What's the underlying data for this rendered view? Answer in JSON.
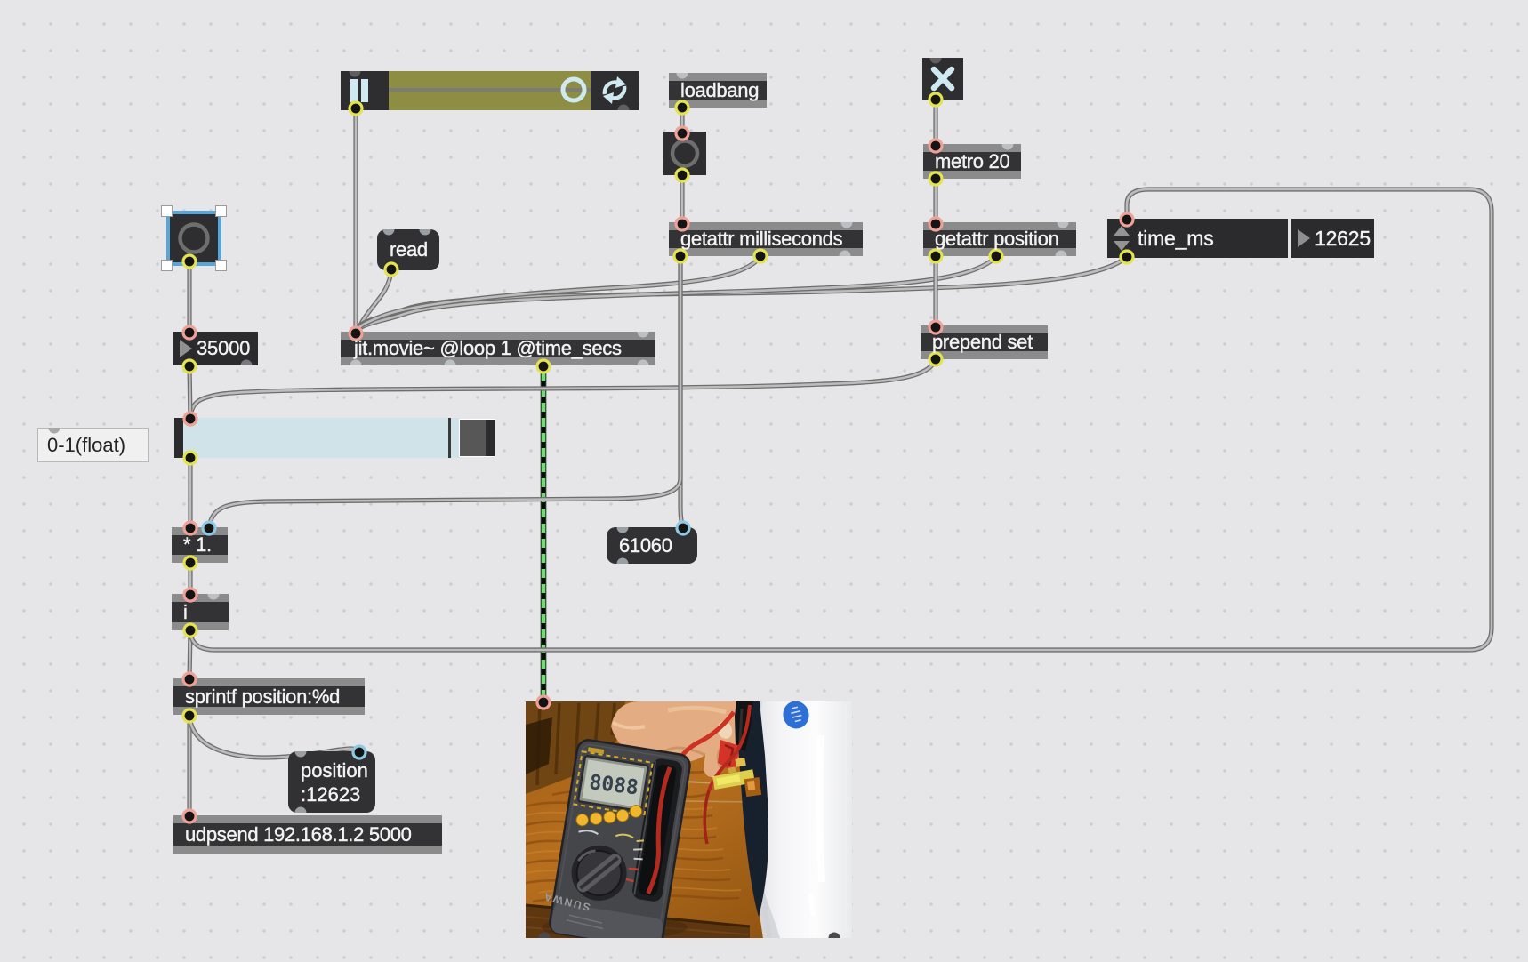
{
  "app": {
    "type": "Max patcher canvas"
  },
  "colors": {
    "canvas_bg": "#e6e6e8",
    "grid_dot": "#cbccce",
    "box_body": "#333336",
    "box_ears": "#8b8b8b",
    "hot_inlet_ring": "#efa198",
    "cold_inlet_ring": "#8ec9e6",
    "outlet_ring": "#e3e34f",
    "patch_cord": "#bcbcbc",
    "jitter_cord": "#74dc74",
    "selection_blue": "#58a6d8",
    "playbar_track": "#8d8e44",
    "slider_track": "#cfe3e9",
    "icon_blue": "#cfe9f0"
  },
  "boxes": {
    "loadbang": {
      "text": "loadbang"
    },
    "metro": {
      "text": "metro 20"
    },
    "getattr_milliseconds": {
      "text": "getattr milliseconds"
    },
    "getattr_position": {
      "text": "getattr position"
    },
    "prepend_set": {
      "text": "prepend set"
    },
    "read_message": {
      "text": "read"
    },
    "jit_movie": {
      "text": "jit.movie~ @loop 1 @time_secs"
    },
    "number_35000": {
      "value": "35000"
    },
    "time_ms": {
      "label": "time_ms",
      "value": "12625"
    },
    "comment_range": {
      "text": "0-1(float)"
    },
    "multiply": {
      "text": "* 1."
    },
    "int_object": {
      "text": "i"
    },
    "message_duration": {
      "text": "61060"
    },
    "sprintf": {
      "text": "sprintf position:%d"
    },
    "message_position": {
      "line1": "position",
      "line2": ":12623"
    },
    "udpsend": {
      "text": "udpsend 192.168.1.2 5000"
    }
  },
  "video_preview": {
    "multimeter_lcd": "8088",
    "multimeter_brand": "SUNWA"
  }
}
